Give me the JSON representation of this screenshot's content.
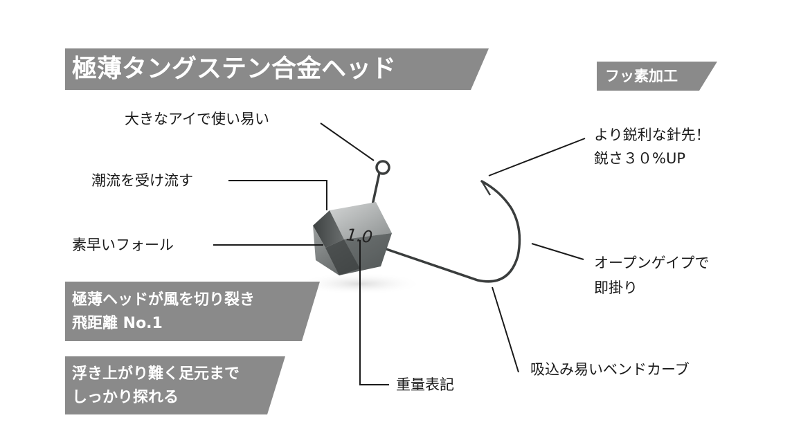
{
  "banners": {
    "title": "極薄タングステン合金ヘッド",
    "coating": "フッ素加工",
    "info1": [
      "極薄ヘッドが風を切り裂き",
      "飛距離 No.1"
    ],
    "info2": [
      "浮き上がり難く足元まで",
      "しっかり探れる"
    ]
  },
  "labels": {
    "eye": "大きなアイで使い易い",
    "tidal": "潮流を受け流す",
    "fall": "素早いフォール",
    "weight_mark": "重量表記",
    "point": [
      "より鋭利な針先！",
      "鋭さ３０%UP"
    ],
    "gape": [
      "オープンゲイプで",
      "即掛り"
    ],
    "bend": "吸込み易いベンドカーブ"
  },
  "product": {
    "weight_stamp": "1.0"
  },
  "colors": {
    "banner_bg": "#8a8a8a",
    "banner_text": "#ffffff",
    "text": "#1a1a1a",
    "line": "#1a1a1a",
    "hook": "#3a3d3d"
  }
}
